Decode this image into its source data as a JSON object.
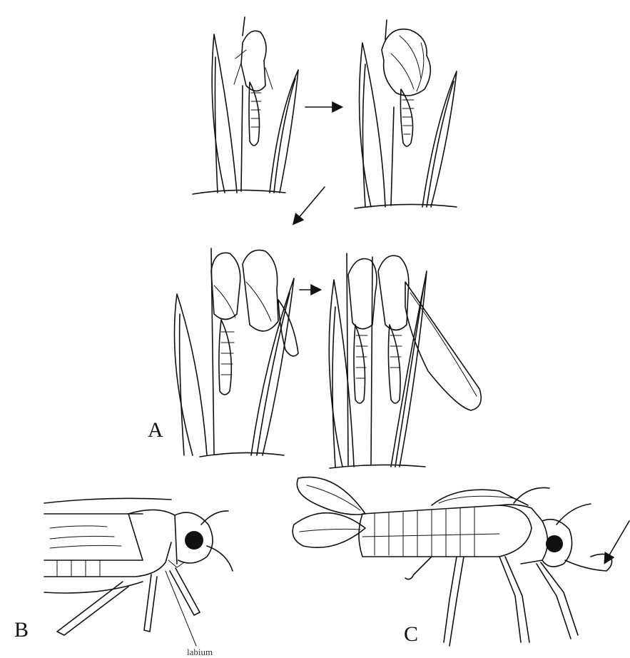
{
  "labels": {
    "panel_a": "A",
    "panel_b": "B",
    "panel_c": "C",
    "labium": "labium"
  }
}
